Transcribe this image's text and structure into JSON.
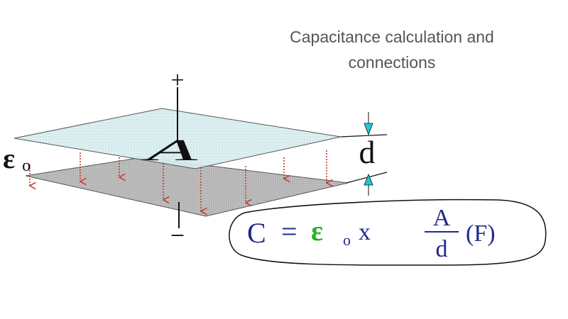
{
  "title": {
    "line1": "Capacitance calculation and",
    "line2": "connections"
  },
  "diagram": {
    "plus_sign": "+",
    "minus_sign": "−",
    "area_label": "A",
    "epsilon_label": "ε",
    "epsilon_subscript": "o",
    "distance_label": "d"
  },
  "formula": {
    "lhs": "C",
    "equals": "=",
    "epsilon": "ε",
    "epsilon_subscript": "o",
    "times": "x",
    "numerator": "A",
    "denominator": "d",
    "unit": "(F)"
  },
  "colors": {
    "formula_text": "#1f2a8c",
    "epsilon_highlight": "#22b41e",
    "field_arrows": "#c0392b",
    "gap_arrows": "#1ec8d8"
  }
}
